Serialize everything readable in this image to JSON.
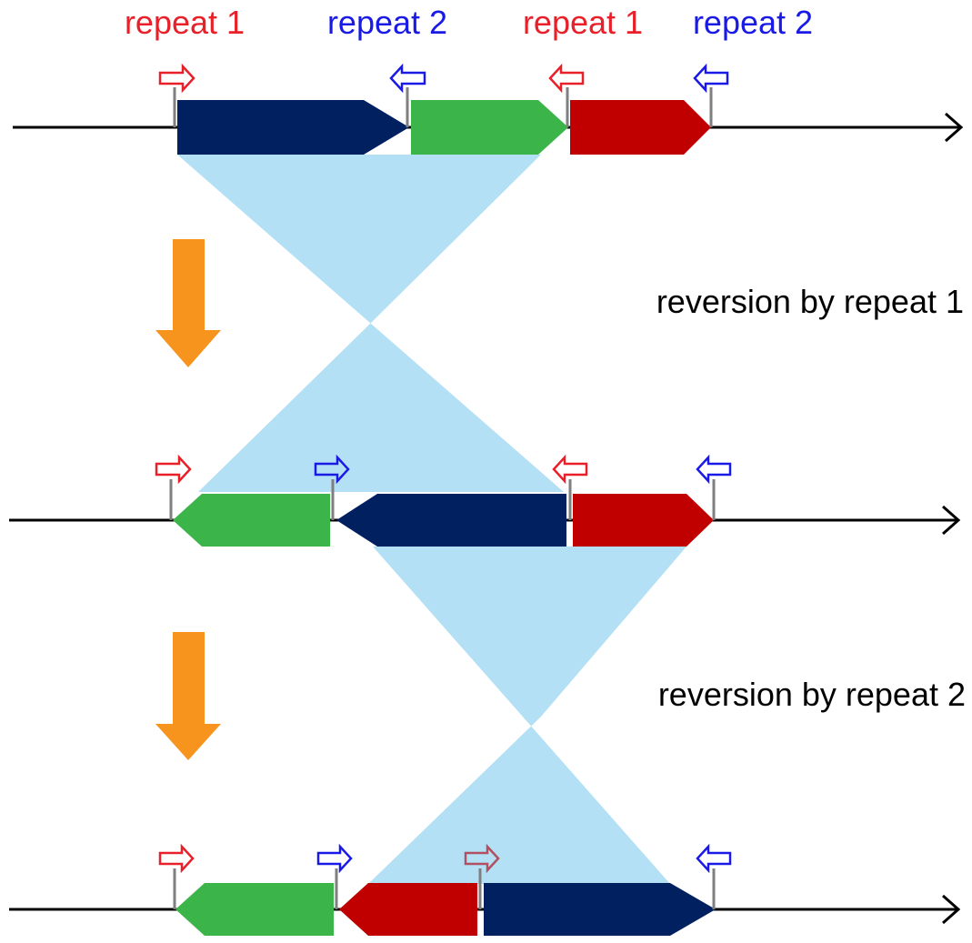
{
  "header_labels": [
    {
      "text": "repeat 1",
      "color": "#e8202a"
    },
    {
      "text": "repeat 2",
      "color": "#1a1ae6"
    },
    {
      "text": "repeat 1",
      "color": "#e8202a"
    },
    {
      "text": "repeat 2",
      "color": "#1a1ae6"
    }
  ],
  "step_labels": [
    "reversion by repeat 1",
    "reversion by repeat 2"
  ],
  "colors": {
    "navy_gene": "#002060",
    "green_gene": "#3bb54a",
    "red_gene": "#c00000",
    "inversion_fill": "#b3e0f5",
    "process_arrow": "#f7941d",
    "repeat1": "#e8202a",
    "repeat2": "#1a1ae6",
    "repeat1_faded": "#b05060",
    "backbone": "#000000",
    "marker_line": "#7f7f7f"
  },
  "icons": [
    "repeat-marker-arrow-icon",
    "process-down-arrow-icon",
    "chromosome-arrowhead-icon"
  ]
}
